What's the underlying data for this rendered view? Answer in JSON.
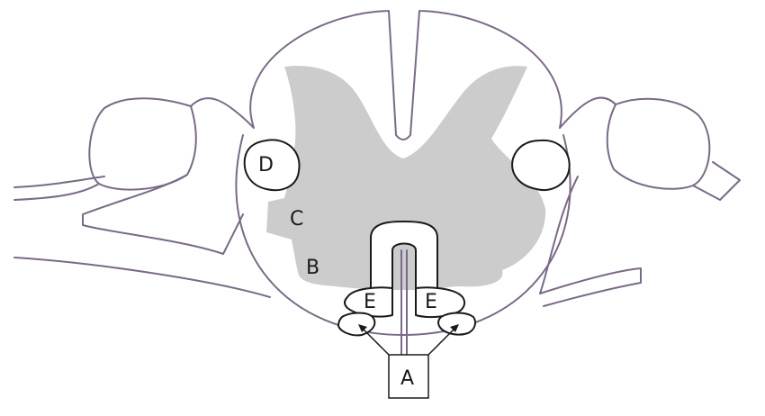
{
  "labels": {
    "a": "A",
    "b": "B",
    "c": "C",
    "d": "D",
    "e_left": "E",
    "e_right": "E"
  },
  "colors": {
    "outline": "#7a6a86",
    "gray_matter": "#cccccc",
    "ink": "#1a1a1a",
    "background": "#ffffff"
  }
}
